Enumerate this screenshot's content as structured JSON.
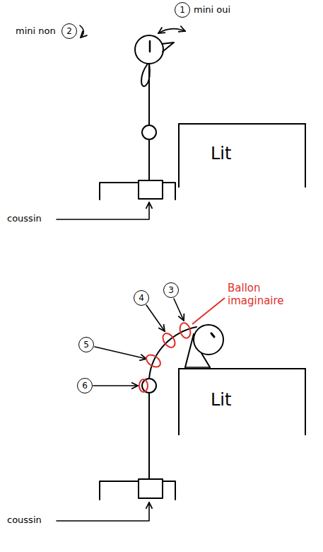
{
  "diagram": {
    "nodes": [
      {
        "text": [
          "1"
        ]
      },
      {
        "text": [
          "2"
        ]
      },
      {
        "text": [
          "Lit"
        ]
      },
      {
        "text": [
          "3"
        ]
      },
      {
        "text": [
          "4"
        ]
      },
      {
        "text": [
          "5"
        ]
      },
      {
        "text": [
          "6"
        ]
      },
      {
        "text": [
          "Lit"
        ]
      }
    ],
    "labels": [
      "mini oui",
      "mini non",
      "coussin",
      "Ballon imaginaire",
      "coussin"
    ]
  }
}
